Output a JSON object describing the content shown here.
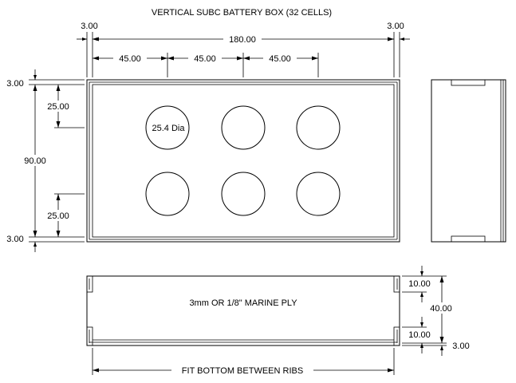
{
  "title": "VERTICAL SUBC BATTERY BOX (32 CELLS)",
  "top_view": {
    "dim_left_wall": "3.00",
    "dim_right_wall": "3.00",
    "dim_overall_length": "180.00",
    "dim_spacing_1": "45.00",
    "dim_spacing_2": "45.00",
    "dim_spacing_3": "45.00",
    "dim_top_wall": "3.00",
    "dim_bottom_wall": "3.00",
    "dim_top_offset": "25.00",
    "dim_bottom_offset": "25.00",
    "dim_overall_width": "90.00",
    "hole_label": "25.4 Dia"
  },
  "front_view": {
    "material_note": "3mm OR 1/8\" MARINE PLY",
    "dim_top_strip": "10.00",
    "dim_bottom_strip": "10.00",
    "dim_height": "40.00",
    "dim_bottom_thickness": "3.00",
    "bottom_note": "FIT BOTTOM BETWEEN RIBS"
  }
}
